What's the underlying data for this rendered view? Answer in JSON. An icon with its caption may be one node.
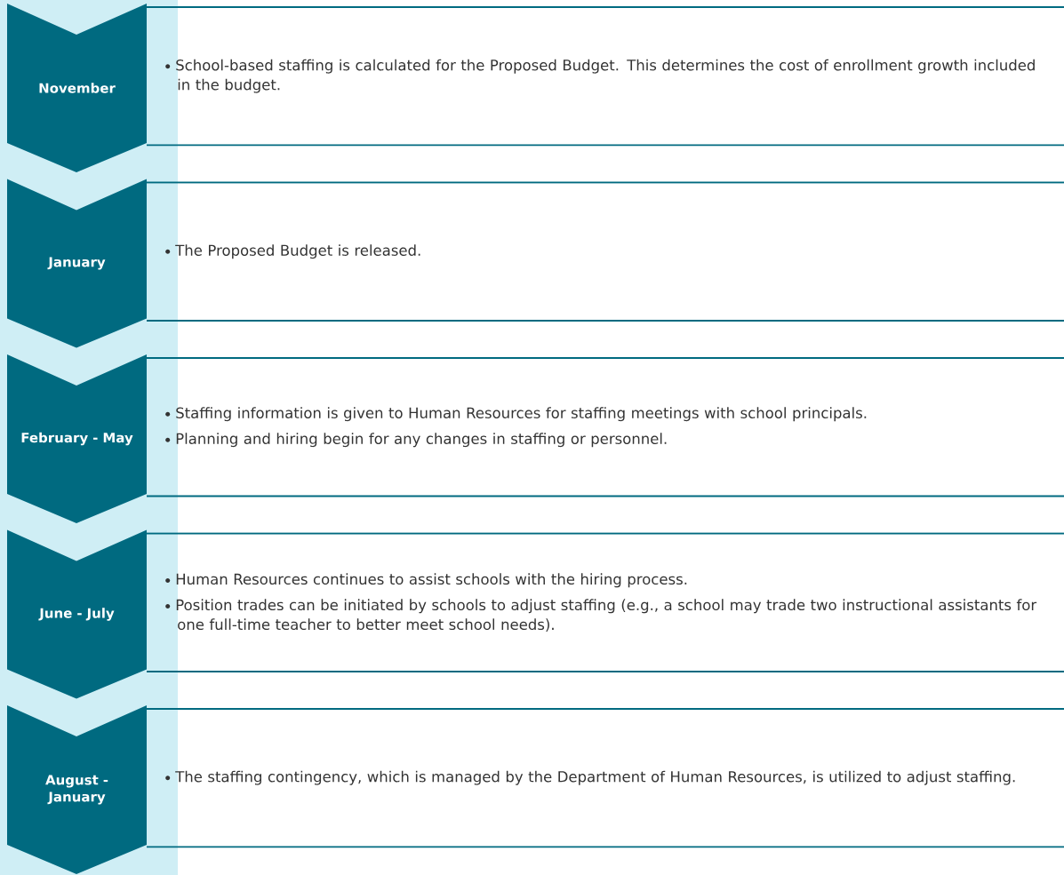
{
  "diagram": {
    "nodes": [
      {
        "text": [
          "November"
        ]
      },
      {
        "text": [
          "School-based staffing is calculated for the Proposed Budget. This determines the cost of enrollment growth included in the budget."
        ]
      },
      {
        "text": [
          "January"
        ]
      },
      {
        "text": [
          "The Proposed Budget is released."
        ]
      },
      {
        "text": [
          "February - May"
        ]
      },
      {
        "text": [
          "Staffing information is given to Human Resources for staffing meetings with school principals.",
          "Planning and hiring begin for any changes in staffing or personnel."
        ]
      },
      {
        "text": [
          "June - July"
        ]
      },
      {
        "text": [
          "Human Resources continues to assist schools with the hiring process.",
          "Position trades can be initiated by schools to adjust staffing (e.g., a school may trade two instructional assistants for one full-time teacher to better meet school needs)."
        ]
      },
      {
        "text": [
          "August - January"
        ]
      },
      {
        "text": [
          "The staffing contingency, which is managed by the Department of Human Resources, is utilized to adjust staffing."
        ]
      }
    ]
  }
}
